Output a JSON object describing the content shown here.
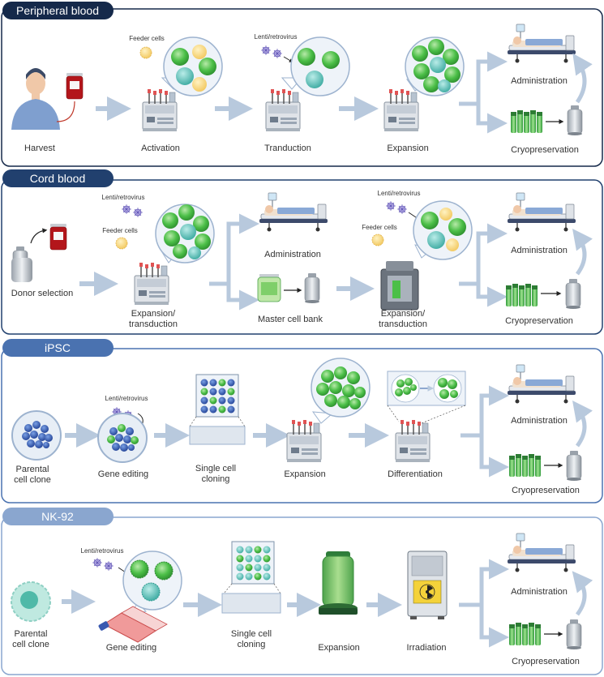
{
  "sections": [
    {
      "title": "Peripheral blood",
      "steps": [
        "Harvest",
        "Activation",
        "Tranduction",
        "Expansion"
      ],
      "notes": [
        "Feeder cells",
        "Lenti/retrovirus"
      ],
      "outcomes": [
        "Administration",
        "Cryopreservation"
      ]
    },
    {
      "title": "Cord blood",
      "steps": [
        "Donor selection",
        "Expansion/",
        "transduction",
        "Administration",
        "Master cell bank",
        "Expansion/",
        "transduction"
      ],
      "notes": [
        "Lenti/retrovirus",
        "Feeder cells",
        "Lenti/retrovirus",
        "Feeder cells"
      ],
      "outcomes": [
        "Administration",
        "Cryopreservation"
      ]
    },
    {
      "title": "iPSC",
      "steps": [
        "Parental",
        "cell clone",
        "Gene editing",
        "Single cell",
        "cloning",
        "Expansion",
        "Differentiation"
      ],
      "notes": [
        "Lenti/retrovirus"
      ],
      "outcomes": [
        "Administration",
        "Cryopreservation"
      ]
    },
    {
      "title": "NK-92",
      "steps": [
        "Parental",
        "cell clone",
        "Gene editing",
        "Single cell",
        "cloning",
        "Expansion",
        "Irradiation"
      ],
      "notes": [
        "Lenti/retrovirus"
      ],
      "outcomes": [
        "Administration",
        "Cryopreservation"
      ]
    }
  ],
  "colors": {
    "sec1": "#15294a",
    "sec2": "#21406e",
    "sec3": "#4a72b0",
    "sec4": "#8aa6cf",
    "arrow": "#b8c9dd",
    "green": "#4cbf48",
    "teal": "#4fb9b0"
  }
}
